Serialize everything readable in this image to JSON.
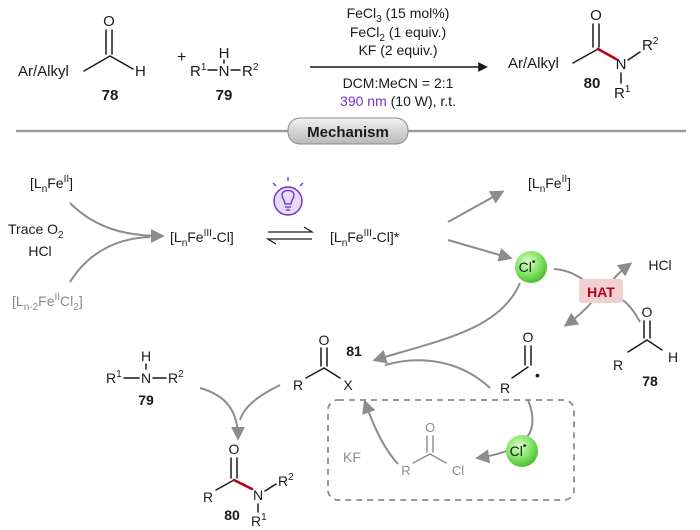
{
  "reaction": {
    "reactant1": {
      "label": "Ar/Alkyl",
      "o": "O",
      "h": "H",
      "number": "78"
    },
    "plus": "+",
    "reactant2": {
      "h": "H",
      "n": "N",
      "r1": "R",
      "r1_sup": "1",
      "r2": "R",
      "r2_sup": "2",
      "dash1": "–",
      "dash2": "–",
      "number": "79"
    },
    "conditions": {
      "line1_a": "FeCl",
      "line1_sub": "3",
      "line1_b": " (15 mol%)",
      "line2_a": "FeCl",
      "line2_sub": "2",
      "line2_b": " (1 equiv.)",
      "line3": "KF (2 equiv.)",
      "line4": "DCM:MeCN = 2:1",
      "line5_nm": "390 nm",
      "line5_rest": " (10 W), r.t."
    },
    "product": {
      "label": "Ar/Alkyl",
      "o": "O",
      "n": "N",
      "r1": "R",
      "r1_sup": "1",
      "r2": "R",
      "r2_sup": "2",
      "number": "80"
    }
  },
  "section_label": "Mechanism",
  "mechanism": {
    "fe2_top": {
      "a": "[L",
      "n": "n",
      "b": "Fe",
      "ox": "II",
      "c": "]"
    },
    "trace_o2": {
      "a": "Trace O",
      "sub": "2"
    },
    "hcl_left": "HCl",
    "fe_grey": {
      "a": "[L",
      "n": "n-2",
      "b": "Fe",
      "ox": "II",
      "c": "Cl",
      "sub": "2",
      "d": "]"
    },
    "fe3": {
      "a": "[L",
      "n": "n",
      "b": "Fe",
      "ox": "III",
      "c": "-Cl]"
    },
    "fe3_star": {
      "a": "[L",
      "n": "n",
      "b": "Fe",
      "ox": "III",
      "c": "-Cl]*"
    },
    "fe2_right": {
      "a": "[L",
      "n": "n",
      "b": "Fe",
      "ox": "II",
      "c": "]"
    },
    "cl_radical": {
      "text": "Cl",
      "dot": "•"
    },
    "hat": "HAT",
    "hcl_right": "HCl",
    "aldehyde": {
      "o": "O",
      "r": "R",
      "h": "H",
      "number": "78"
    },
    "acyl_radical": {
      "o": "O",
      "r": "R",
      "dot": "•"
    },
    "intermediate": {
      "o": "O",
      "r": "R",
      "x": "X",
      "number": "81"
    },
    "amine": {
      "h": "H",
      "n": "N",
      "r1": "R",
      "r1_sup": "1",
      "r2": "R",
      "r2_sup": "2",
      "dash1": "–",
      "dash2": "–",
      "number": "79"
    },
    "acyl_chloride": {
      "o": "O",
      "r": "R",
      "cl": "Cl"
    },
    "kf": "KF",
    "cl_radical_2": {
      "text": "Cl",
      "dot": "•"
    },
    "product": {
      "o": "O",
      "r": "R",
      "n": "N",
      "r1": "R",
      "r1_sup": "1",
      "r2": "R",
      "r2_sup": "2",
      "number": "80"
    }
  },
  "colors": {
    "accent_purple": "#7b2fd0",
    "bond_red": "#b3001b",
    "cl_green": "#7ee05e",
    "hat_box": "#f2d0d0",
    "arrow_grey": "#8c8c8c",
    "text_grey": "#8a8a8a"
  },
  "icons": {
    "light": "light-bulb-icon"
  }
}
